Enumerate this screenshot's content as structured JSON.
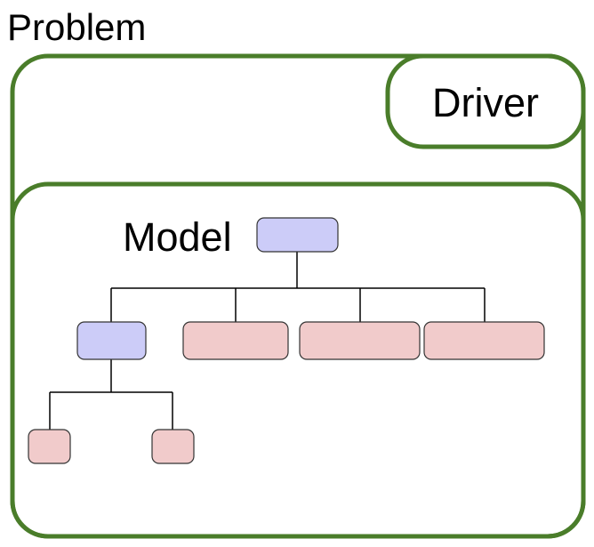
{
  "problem": {
    "label": "Problem"
  },
  "driver": {
    "label": "Driver"
  },
  "model": {
    "label": "Model"
  },
  "colors": {
    "container_stroke": "#4a7d2a",
    "node_blue": "#ccccf8",
    "node_pink": "#f1cbcb",
    "node_stroke": "#333333",
    "connector": "#000000"
  }
}
